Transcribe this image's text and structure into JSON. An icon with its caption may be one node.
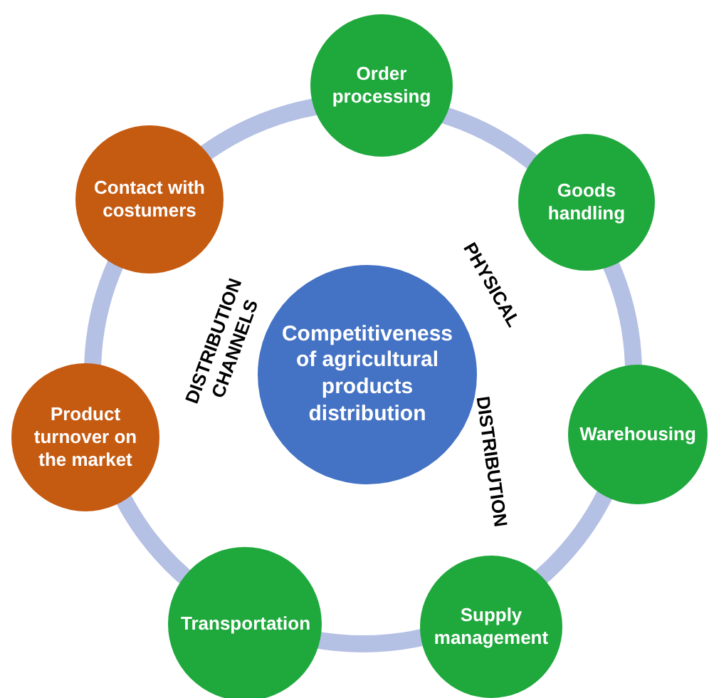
{
  "diagram": {
    "nodes": [
      {
        "text": [
          "Competitiveness of agricultural products distribution"
        ]
      },
      {
        "text": [
          "Order processing"
        ]
      },
      {
        "text": [
          "Goods handling"
        ]
      },
      {
        "text": [
          "Warehousing"
        ]
      },
      {
        "text": [
          "Supply management"
        ]
      },
      {
        "text": [
          "Transportation"
        ]
      },
      {
        "text": [
          "Product turnover on the market"
        ]
      },
      {
        "text": [
          "Contact with costumers"
        ]
      }
    ],
    "labels": [
      "DISTRIBUTION CHANNELS",
      "PHYSICAL",
      "DISTRIBUTION"
    ]
  }
}
